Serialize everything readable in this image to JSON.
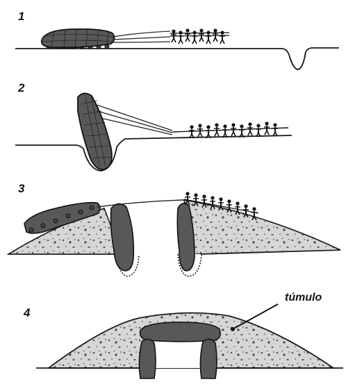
{
  "steps": [
    {
      "label": "1"
    },
    {
      "label": "2"
    },
    {
      "label": "3"
    },
    {
      "label": "4"
    }
  ],
  "annotation": {
    "label": "túmulo"
  },
  "colors": {
    "ink": "#1a1a1a",
    "stone": "#585858",
    "mound": "#d6d6d6"
  }
}
